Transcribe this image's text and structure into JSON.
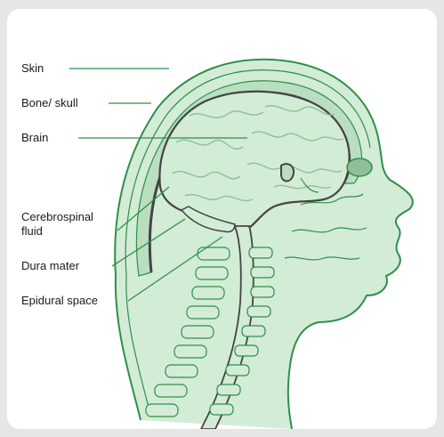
{
  "labels": {
    "skin": "Skin",
    "bone_skull": "Bone/ skull",
    "brain": "Brain",
    "cerebrospinal_fluid_1": "Cerebrospinal",
    "cerebrospinal_fluid_2": "fluid",
    "dura_mater": "Dura mater",
    "epidural_space": "Epidural space"
  },
  "colors": {
    "background": "#e6e6e6",
    "panel": "#ffffff",
    "tissue_fill": "#d3ecd6",
    "outline_green": "#2f8f4a",
    "leader_line": "#2f8f4a",
    "skull_band": "#b9dfc0",
    "brain_gyri": "#8fbf98",
    "shadow": "#444444"
  }
}
